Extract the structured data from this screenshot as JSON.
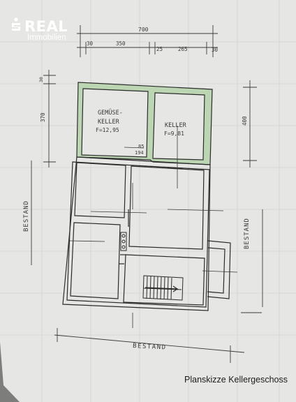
{
  "brand": {
    "name": "REAL",
    "sub": "Immobilien",
    "glyph": "S-logo-icon",
    "color": "#ffffff"
  },
  "caption": "Planskizze Kellergeschoss",
  "dimensions": {
    "total": "700",
    "top": [
      "30",
      "350",
      "25",
      "265",
      "30"
    ],
    "left_top": "30",
    "left_main": "370",
    "right_upper": "400",
    "door": [
      "85",
      "194"
    ]
  },
  "rooms": {
    "gemuesekeller": {
      "line1": "GEMÜSE-",
      "line2": "KELLER",
      "area": "F=12,95"
    },
    "keller": {
      "line1": "KELLER",
      "area": "F=9,81"
    }
  },
  "labels": {
    "left": "BESTAND",
    "right": "BESTAND",
    "bottom": "BESTAND"
  },
  "colors": {
    "paper": "#e6e7e4",
    "ink": "#2b2b2b",
    "green": "#bcd6b3",
    "background": "#7d7d7b"
  }
}
